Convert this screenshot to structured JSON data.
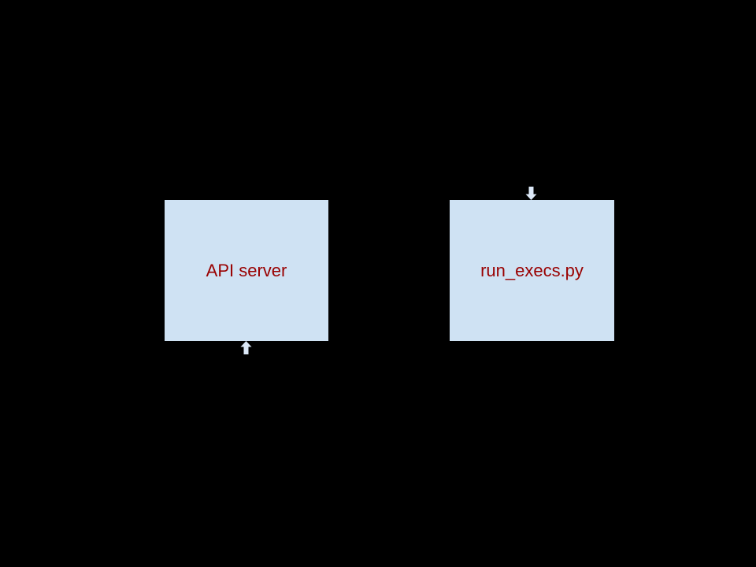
{
  "diagram": {
    "nodes": [
      {
        "id": "api-server",
        "label": "API server"
      },
      {
        "id": "run-execs",
        "label": "run_execs.py"
      }
    ],
    "arrows": [
      {
        "id": "up-arrow",
        "direction": "up",
        "attached_to": "api-server",
        "position": "below-box"
      },
      {
        "id": "down-arrow",
        "direction": "down",
        "attached_to": "run-execs",
        "position": "above-box"
      }
    ],
    "colors": {
      "background": "#000000",
      "node_fill": "#cfe2f3",
      "label_color": "#990000",
      "arrow_fill": "#dce9f8"
    }
  }
}
